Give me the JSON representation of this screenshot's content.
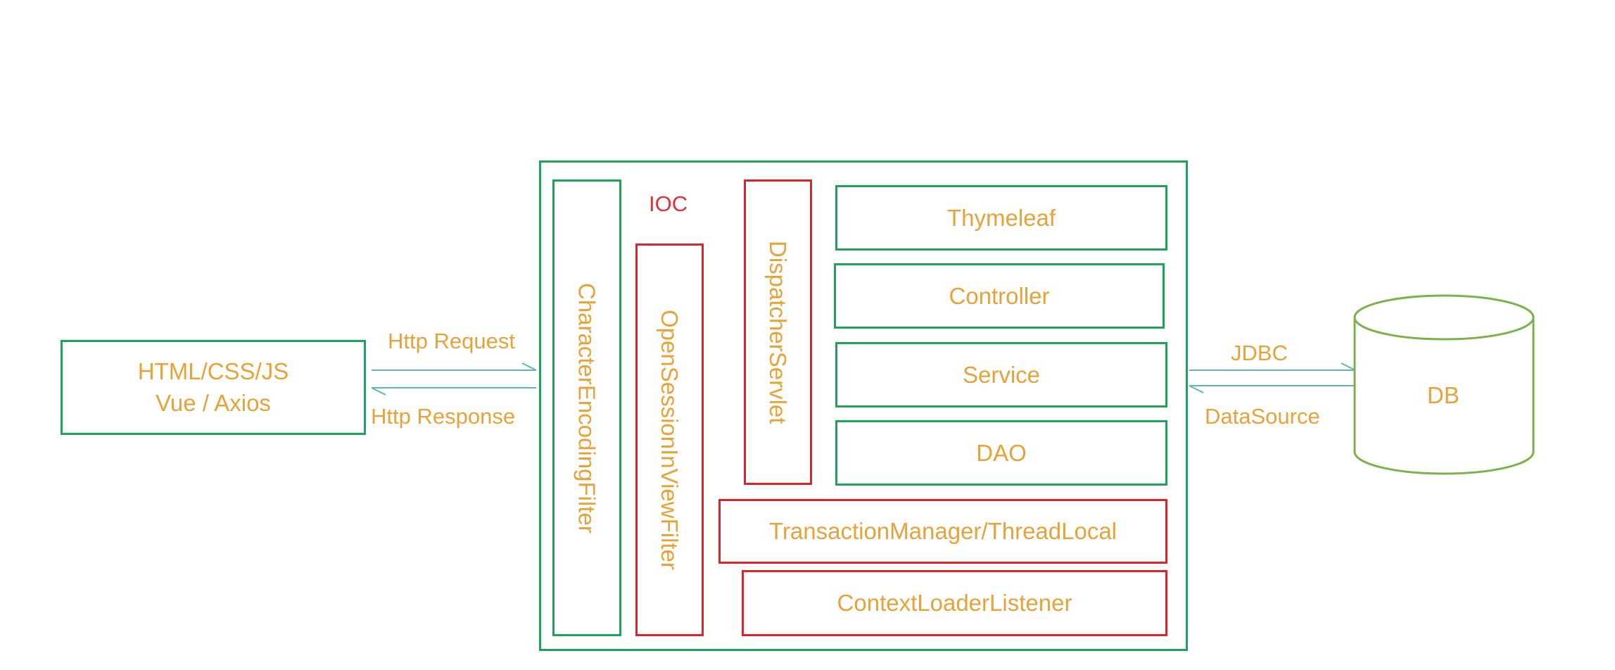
{
  "client": {
    "line1": "HTML/CSS/JS",
    "line2": "Vue / Axios"
  },
  "links": {
    "request": "Http Request",
    "response": "Http Response",
    "jdbc": "JDBC",
    "datasource": "DataSource"
  },
  "ioc_label": "IOC",
  "server": {
    "encoding_filter": "CharacterEncodingFilter",
    "osiv_filter": "OpenSessionInViewFilter",
    "dispatcher": "DispatcherServlet",
    "layers": [
      "Thymeleaf",
      "Controller",
      "Service",
      "DAO"
    ],
    "transaction": "TransactionManager/ThreadLocal",
    "listener": "ContextLoaderListener"
  },
  "db": {
    "label": "DB"
  },
  "colors": {
    "green_border": "#1fa35a",
    "red_border": "#d8262e",
    "text_orange": "#e7a33a",
    "ioc_red": "#e0303a",
    "db_green": "#7bb24a"
  }
}
